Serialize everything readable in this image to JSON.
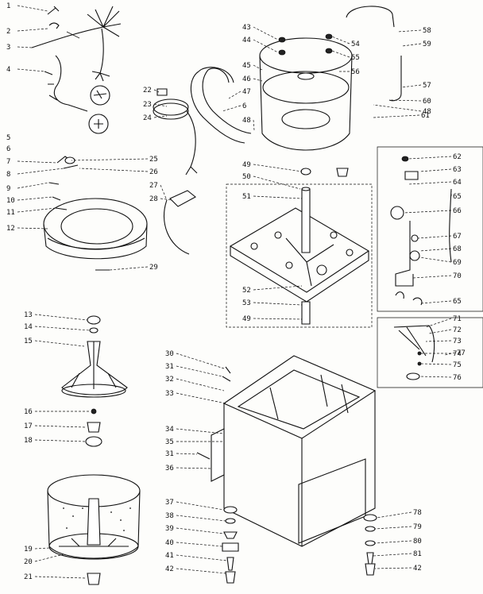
{
  "labels": {
    "left": [
      "1",
      "2",
      "3",
      "4",
      "5",
      "6",
      "7",
      "8",
      "9",
      "10",
      "11",
      "12",
      "13",
      "14",
      "15",
      "16",
      "17",
      "18",
      "19",
      "20",
      "21"
    ],
    "mid": [
      "22",
      "23",
      "24",
      "25",
      "26",
      "27",
      "28",
      "29",
      "30",
      "31",
      "32",
      "33",
      "34",
      "35",
      "31",
      "36",
      "37",
      "38",
      "39",
      "40",
      "41",
      "42"
    ],
    "upper": [
      "43",
      "44",
      "45",
      "46",
      "47",
      "6",
      "48",
      "49",
      "50",
      "51",
      "52",
      "53",
      "49",
      "54",
      "55",
      "56",
      "57",
      "58",
      "59",
      "60",
      "48",
      "61"
    ],
    "right": [
      "62",
      "63",
      "64",
      "65",
      "66",
      "67",
      "68",
      "69",
      "70",
      "65",
      "71",
      "72",
      "73",
      "74",
      "75",
      "76",
      "77",
      "78",
      "79",
      "80",
      "81",
      "42"
    ]
  },
  "colors": {
    "ink": "#111111",
    "paper": "#fdfdfb"
  }
}
